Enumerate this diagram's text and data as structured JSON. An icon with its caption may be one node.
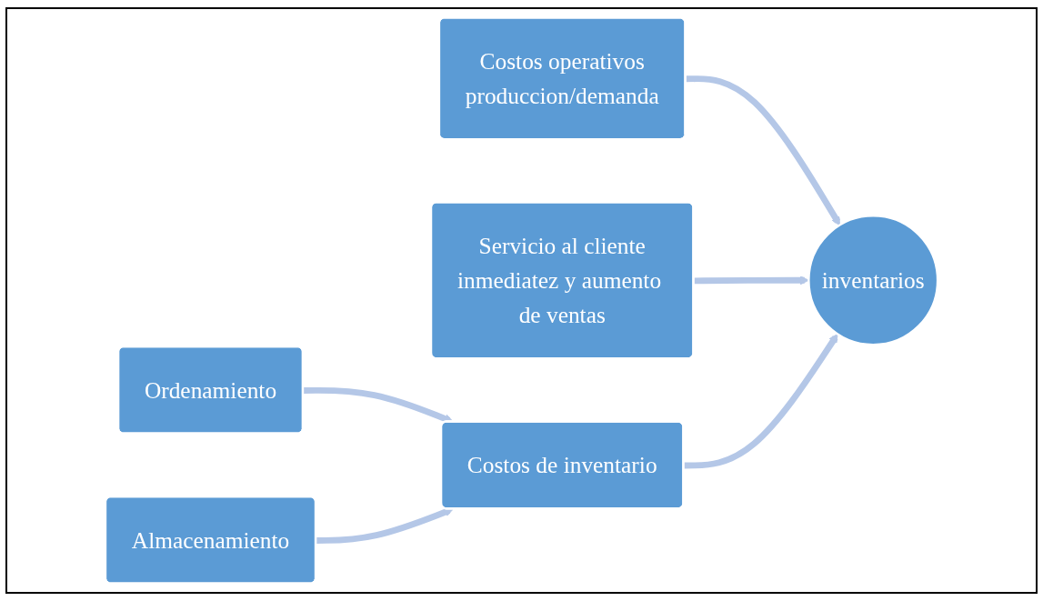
{
  "diagram": {
    "nodes": [
      {
        "text": [
          "Costos operativos",
          "produccion/demanda"
        ]
      },
      {
        "text": [
          "Ordenamiento"
        ]
      },
      {
        "text": [
          "Almacenamiento"
        ]
      },
      {
        "text": [
          "inventarios"
        ]
      },
      {
        "text": [
          "Costos de inventario"
        ]
      },
      {
        "text": [
          "Servicio al cliente",
          "inmediatez y aumento de ventas"
        ]
      }
    ],
    "edges": [
      {
        "from": 0,
        "to": 3,
        "arrow": "to"
      },
      {
        "from": 5,
        "to": 3,
        "arrow": "to"
      },
      {
        "from": 1,
        "to": 4,
        "arrow": "to"
      },
      {
        "from": 2,
        "to": 4,
        "arrow": "to"
      },
      {
        "from": 4,
        "to": 3,
        "arrow": "to"
      }
    ]
  }
}
